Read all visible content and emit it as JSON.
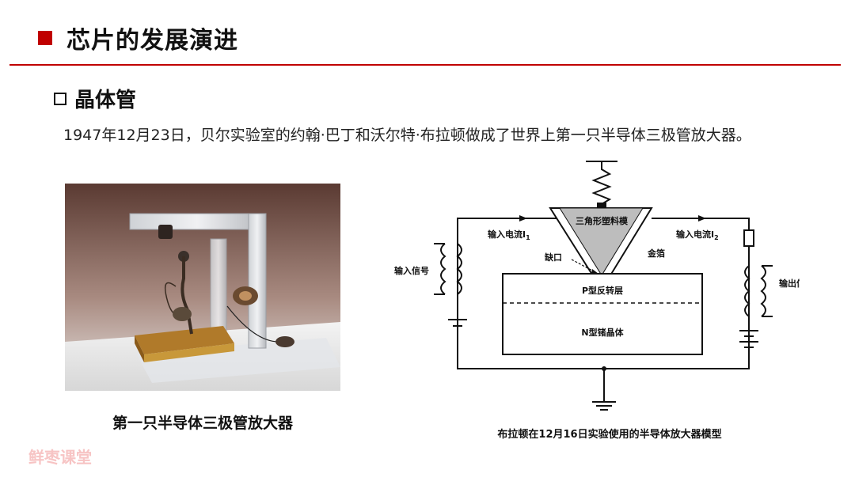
{
  "header": {
    "title": "芯片的发展演进"
  },
  "section": {
    "title": "晶体管"
  },
  "intro": {
    "text": "1947年12月23日，贝尔实验室的约翰·巴丁和沃尔特·布拉顿做成了世界上第一只半导体三极管放大器。"
  },
  "photo": {
    "caption": "第一只半导体三极管放大器"
  },
  "diagram": {
    "labels": {
      "prism": "三角形塑料模",
      "input_current_1": "输入电流I",
      "sub_1": "1",
      "input_current_2": "输入电流I",
      "sub_2": "2",
      "notch": "缺口",
      "gold_foil": "金箔",
      "input_signal": "输入信号",
      "output_signal": "输出信号",
      "p_layer": "P型反转层",
      "n_layer": "N型锗晶体"
    },
    "caption": "布拉顿在12月16日实验使用的半导体放大器模型"
  },
  "watermark": {
    "text": "鲜枣课堂"
  },
  "colors": {
    "accent": "#c00000"
  }
}
